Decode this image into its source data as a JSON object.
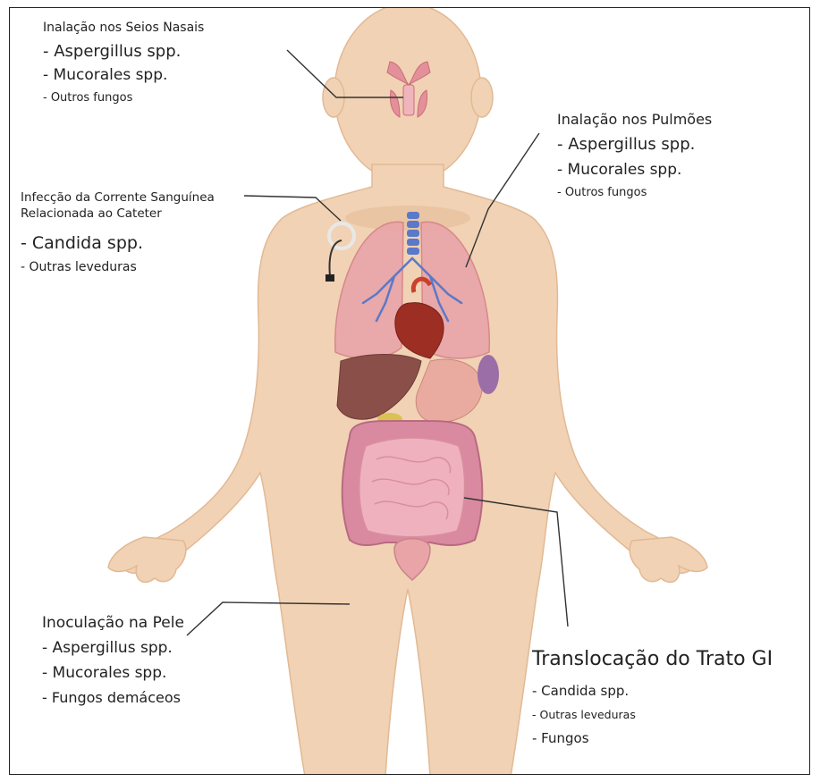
{
  "labels": {
    "sinus": {
      "title": "Inalação nos Seios Nasais",
      "items": [
        "- Aspergillus spp.",
        "- Mucorales spp.",
        "- Outros fungos"
      ]
    },
    "lungs": {
      "title": "Inalação nos Pulmões",
      "items": [
        "- Aspergillus spp.",
        "- Mucorales spp.",
        "- Outros fungos"
      ]
    },
    "catheter": {
      "title_line1": "Infecção da Corrente Sanguínea",
      "title_line2": "Relacionada ao Cateter",
      "items": [
        "- Candida spp.",
        "- Outras leveduras"
      ]
    },
    "skin": {
      "title": "Inoculação na Pele",
      "items": [
        "- Aspergillus spp.",
        "- Mucorales spp.",
        "- Fungos demáceos"
      ]
    },
    "gi": {
      "title": "Translocação do Trato GI",
      "items": [
        "- Candida spp.",
        "- Outras leveduras",
        "- Fungos"
      ]
    }
  },
  "colors": {
    "skin": "#f1d2b4",
    "skin_shadow": "#e6bc98",
    "lungs": "#e9a4a8",
    "airways": "#5a79c9",
    "intestine": "#d98aa0",
    "liver": "#8a4f49",
    "heart": "#9c2e24",
    "leader_line": "#333333"
  }
}
